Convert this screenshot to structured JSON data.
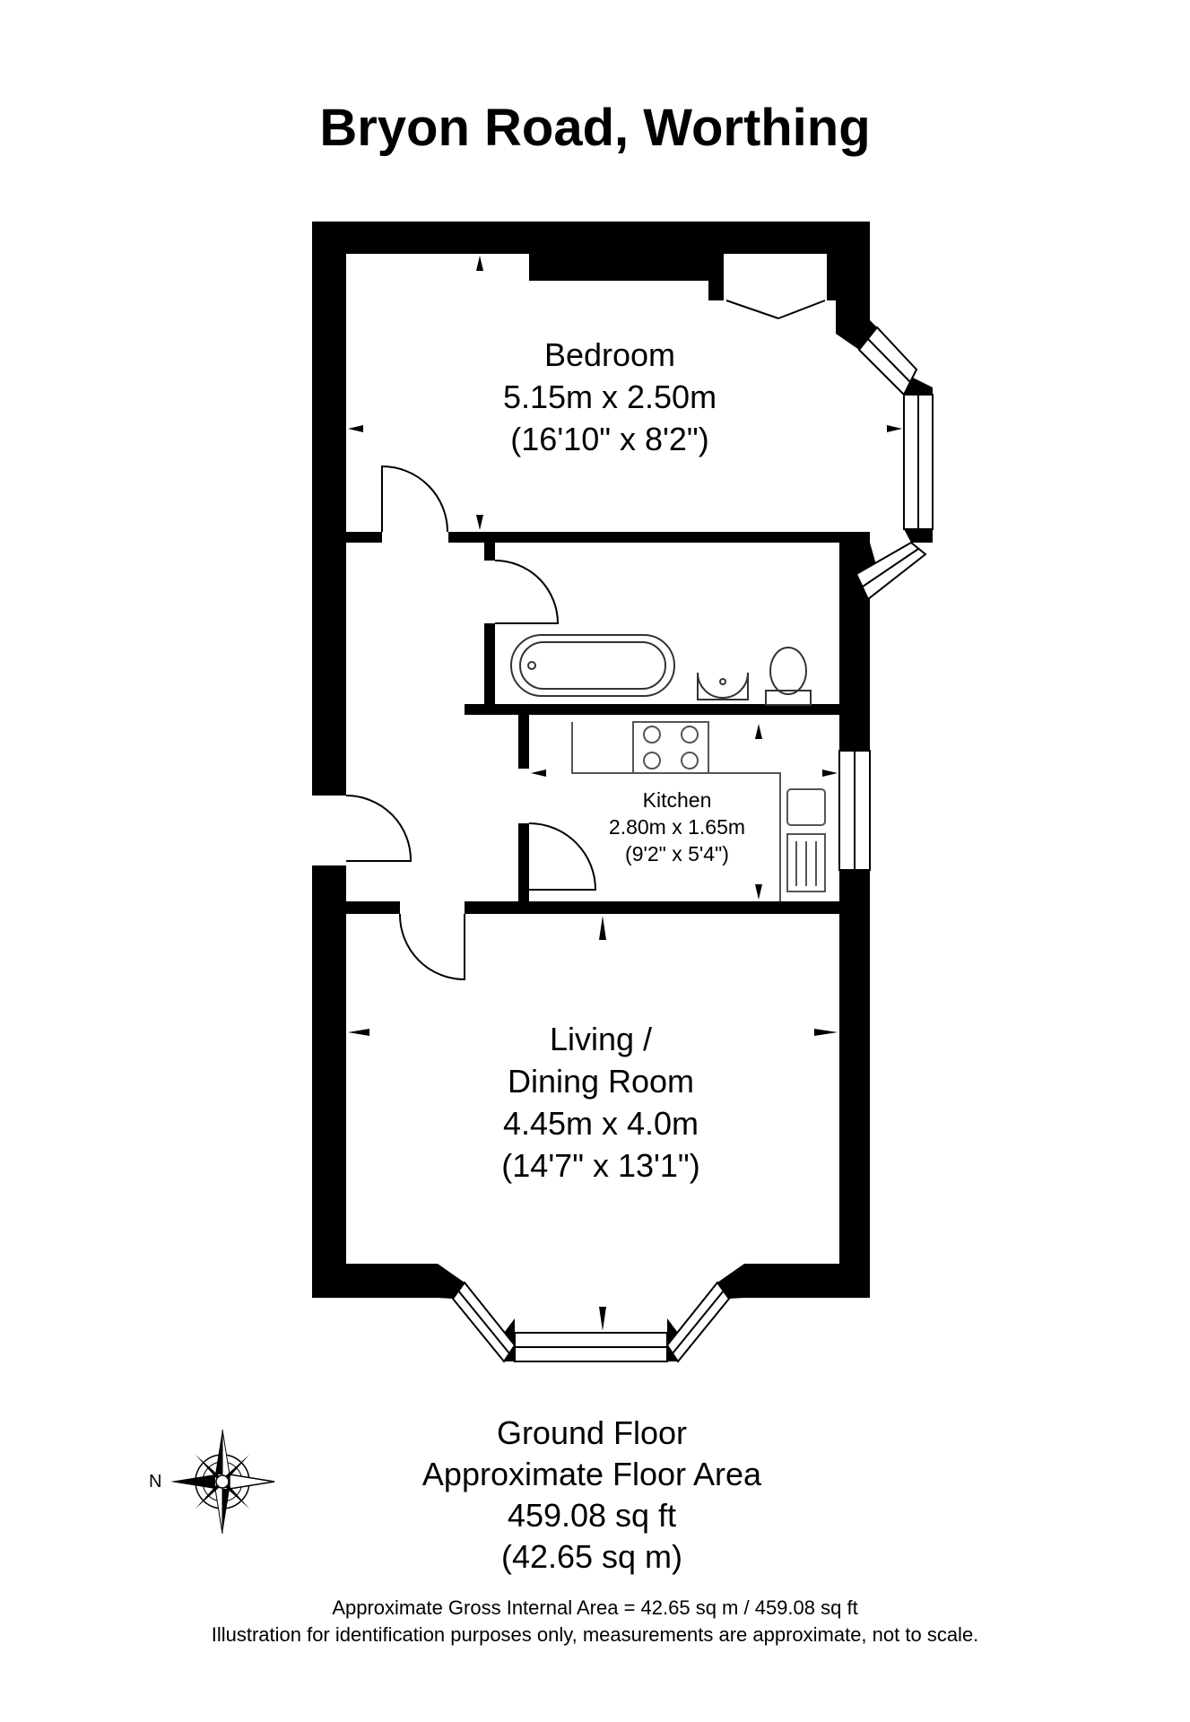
{
  "title": "Bryon Road, Worthing",
  "rooms": {
    "bedroom": {
      "name": "Bedroom",
      "metric": "5.15m x 2.50m",
      "imperial": "(16'10\" x 8'2\")"
    },
    "kitchen": {
      "name": "Kitchen",
      "metric": "2.80m x 1.65m",
      "imperial": "(9'2\" x 5'4\")"
    },
    "living": {
      "name_line1": "Living /",
      "name_line2": "Dining Room",
      "metric": "4.45m x 4.0m",
      "imperial": "(14'7\" x 13'1\")"
    }
  },
  "summary": {
    "floor": "Ground Floor",
    "area_label": "Approximate Floor Area",
    "area_sqft": "459.08 sq ft",
    "area_sqm": "(42.65 sq m)"
  },
  "footer": {
    "line1": "Approximate Gross Internal Area = 42.65 sq m / 459.08 sq ft",
    "line2": "Illustration for identification purposes only, measurements are approximate, not to scale."
  },
  "compass": {
    "label": "N"
  },
  "colors": {
    "wall": "#000000",
    "window_fill": "#ffffff",
    "fixture_stroke": "#555555"
  }
}
